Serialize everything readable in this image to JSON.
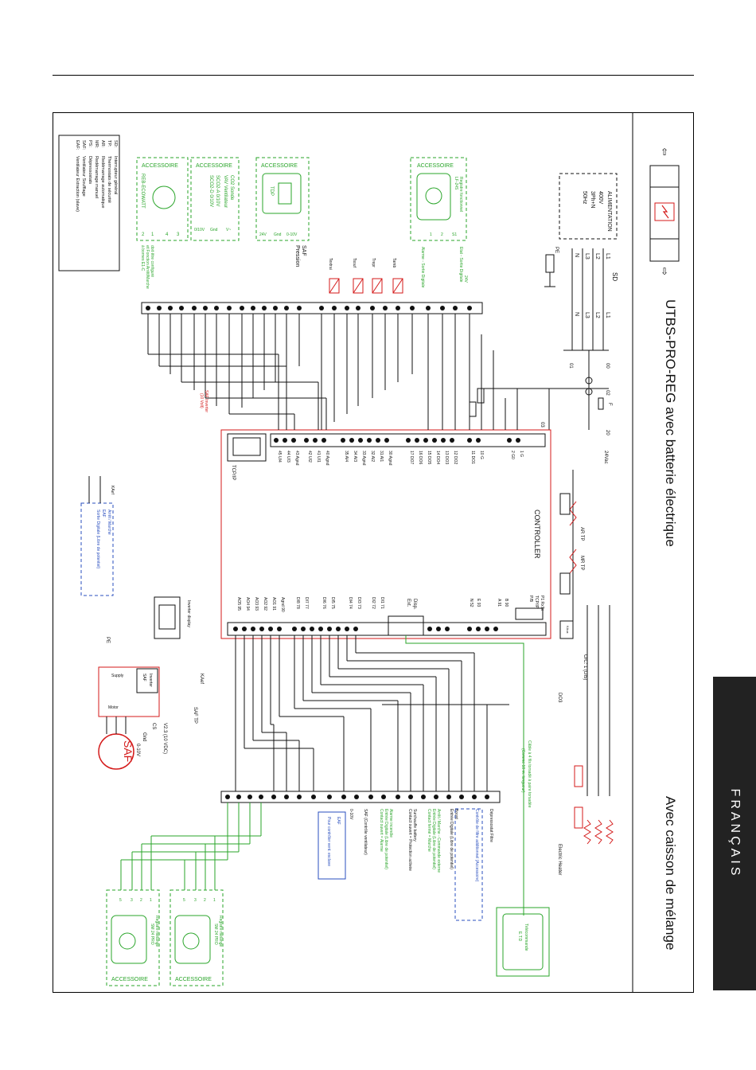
{
  "page": {
    "language_tab": "FRANÇAIS",
    "title": "UTBS-PRO-REG  avec batterie électrique",
    "subtitle": "Avec caisson de mélange"
  },
  "colors": {
    "line": "#111111",
    "accessory": "#2aa52a",
    "blue": "#2a4fbf",
    "red": "#d41a1a",
    "tab": "#222222"
  },
  "legend": [
    {
      "code": "SD:",
      "text": "Interrupteur général"
    },
    {
      "code": "TP:",
      "text": "Thermostats de sécurité"
    },
    {
      "code": "AR:",
      "text": "Redémarrage automatique"
    },
    {
      "code": "MR:",
      "text": "Redémarrage manuel"
    },
    {
      "code": "PS:",
      "text": "Dépressostats"
    },
    {
      "code": "SAF:",
      "text": "Ventilateur Soufflage"
    },
    {
      "code": "EAF:",
      "text": "Ventilateur Extraction (slave)"
    }
  ],
  "accessories": {
    "label": "ACCESSOIRE",
    "reb": {
      "name": "REB-ECOWATT",
      "pins": [
        "2",
        "1",
        "4",
        "3"
      ],
      "note1": "à bornes E1-C",
      "note2": "et Fonction Arrêt/Marche",
      "note3": "doit être configuré"
    },
    "co2": {
      "line1": "CO2 Sonde",
      "line2": "VAV Ventilateur",
      "line3": "SCO2-A  0/10V",
      "line4": "SCO2-D  0/10V",
      "pins": [
        "0/10V",
        "Gnd",
        "V~"
      ]
    },
    "tdp": {
      "name": "TDP",
      "pins": [
        "24V",
        "Gnd",
        "0-10V"
      ],
      "saf": "SAF",
      "pression": "Pression"
    },
    "lf": {
      "line1": "Registre fonctionnel",
      "line2": "LF-24S",
      "pins": [
        "1",
        "2",
        "S1"
      ]
    },
    "damper1": {
      "line1": "Registre mélange",
      "line2": "SM 24 PRO"
    },
    "damper2": {
      "line1": "Registre mélange",
      "line2": "SM 24 PRO"
    },
    "damper_pins": [
      "5",
      "3",
      "2",
      "1"
    ],
    "remote": {
      "line1": "Télécommande",
      "line2": "E.T.D"
    }
  },
  "power": {
    "alim": [
      "ALIMENTATION",
      "400V",
      "3Ph+N",
      "50Hz"
    ],
    "lines": [
      "L1",
      "L2",
      "L3",
      "N"
    ],
    "sd": "SD",
    "pe": "PE",
    "terminals_out": [
      "00",
      "01",
      "02",
      "03"
    ],
    "fuse": "F",
    "v24": "24Vac",
    "twenty": "20"
  },
  "controller": {
    "title": "CONTROLLER",
    "tcpip": "TCP/IP",
    "disp": "Disp.",
    "ext": "Ext.",
    "left_terminals": [
      "1 G",
      "2 G0",
      "10 G",
      "11 DO1",
      "12 DO2",
      "13 DO3",
      "14 DO4",
      "15 DO5",
      "16 DO6",
      "17 DO7",
      "30 Agnd",
      "31 AI1",
      "32 AI2",
      "33 Agnd",
      "34 AI3",
      "35 AI4",
      "40 Agnd",
      "41 UI1",
      "42 UI2",
      "43 Agnd",
      "44 UI3",
      "45 UI4"
    ],
    "right_terminals": [
      "DI1 71",
      "DI2 72",
      "DI3 73",
      "DI4 74",
      "DI5 75",
      "DI6 76",
      "DI7 77",
      "DI8 78",
      "Agnd 90",
      "AO1 91",
      "AO2 92",
      "AO3 93",
      "AO4 94",
      "AO5 95"
    ],
    "top_labels": [
      "P1 RxTx",
      "TCP/IP",
      "P/B"
    ],
    "rs": [
      "B 90",
      "A 91",
      "E 93",
      "N 52"
    ]
  },
  "sensors": [
    "Textrai",
    "Tsouf",
    "Trepr",
    "Tamb"
  ],
  "relay_labels": [
    "Alarme - Sortie Digitale",
    "Etat - Sortie Digitale",
    "24V"
  ],
  "right_side": {
    "labels": [
      "Dépressostat Filtre",
      "Contrôle de filtre additionnel (Accessoire)",
      "Entrée Digitale (Libre de potentiel)",
      "Boost",
      "Arrêt / Marche - Commande externe",
      "Entrée Digitale (Libre de potentiel)",
      "Contact fermé = Marche",
      "Surchauffe battery",
      "Contact ouvert = Protection activée",
      "Alarme incendie",
      "Entrée Digitale (Libre de potentiel)",
      "Contact ouvert = Alarme",
      "SAF (Contrôle ventilateur)",
      "0-10V",
      "EAF",
      "Pour contrôler vent. esclave"
    ],
    "cable": "Câble à 4 fils torsadé à paire torsadée",
    "cable2": "(Comme 10 m. longueur)",
    "heater": "Electric Heater",
    "ar_tp": "AR TP",
    "mr_tp": "MR TP",
    "kaux": "KAux",
    "do3": "DO3",
    "oic": "O/C: 1 (DI5)"
  },
  "inverter": {
    "display": "Inverter display",
    "supply": "Supply",
    "motor": "Motor",
    "saf": "SAF",
    "inverter": "Inverter",
    "kaef": "KAef",
    "saf_tp": "SAF TP",
    "v23": "V2.3 (10 VDC)",
    "cs": "CS",
    "gnd": "Gnd",
    "v010": "0-10V",
    "pe": "PE"
  },
  "kaef_box": {
    "line1": "Arrêt / Marche",
    "line2": "EAF",
    "line3": "Sortie Digitale (Libre de potentiel)",
    "ka": "KAef"
  },
  "saf_inverter_note": {
    "line1": "SAF Inverter",
    "line2": "(10 Volt)"
  }
}
